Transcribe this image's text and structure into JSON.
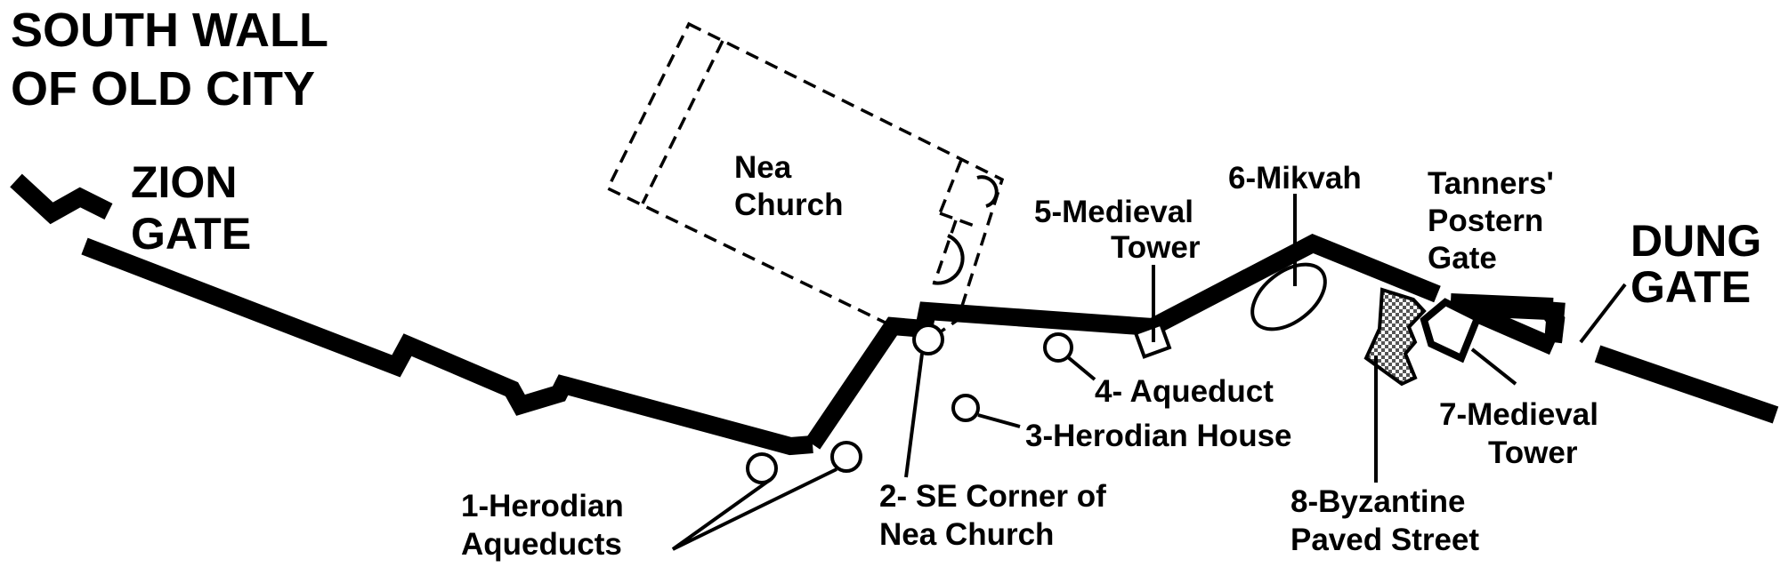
{
  "title": {
    "line1": "SOUTH WALL",
    "line2": "OF OLD CITY"
  },
  "gates": {
    "zion": {
      "line1": "ZION",
      "line2": "GATE"
    },
    "dung": {
      "line1": "DUNG",
      "line2": "GATE"
    }
  },
  "church": {
    "line1": "Nea",
    "line2": "Church"
  },
  "sites": {
    "s1": {
      "line1": "1-Herodian",
      "line2": "Aqueducts"
    },
    "s2": {
      "line1": "2- SE Corner of",
      "line2": "Nea Church"
    },
    "s3": {
      "line1": "3-Herodian House"
    },
    "s4": {
      "line1": "4- Aqueduct"
    },
    "s5": {
      "line1": "5-Medieval",
      "line2": "Tower"
    },
    "s6": {
      "line1": "6-Mikvah"
    },
    "s7": {
      "line1": "7-Medieval",
      "line2": "Tower"
    },
    "s8": {
      "line1": "8-Byzantine",
      "line2": "Paved Street"
    },
    "tanners": {
      "line1": "Tanners'",
      "line2": "Postern",
      "line3": "Gate"
    }
  },
  "colors": {
    "ink": "#000000",
    "paper": "#ffffff",
    "paved_street_fill": "#9a9a9a"
  }
}
